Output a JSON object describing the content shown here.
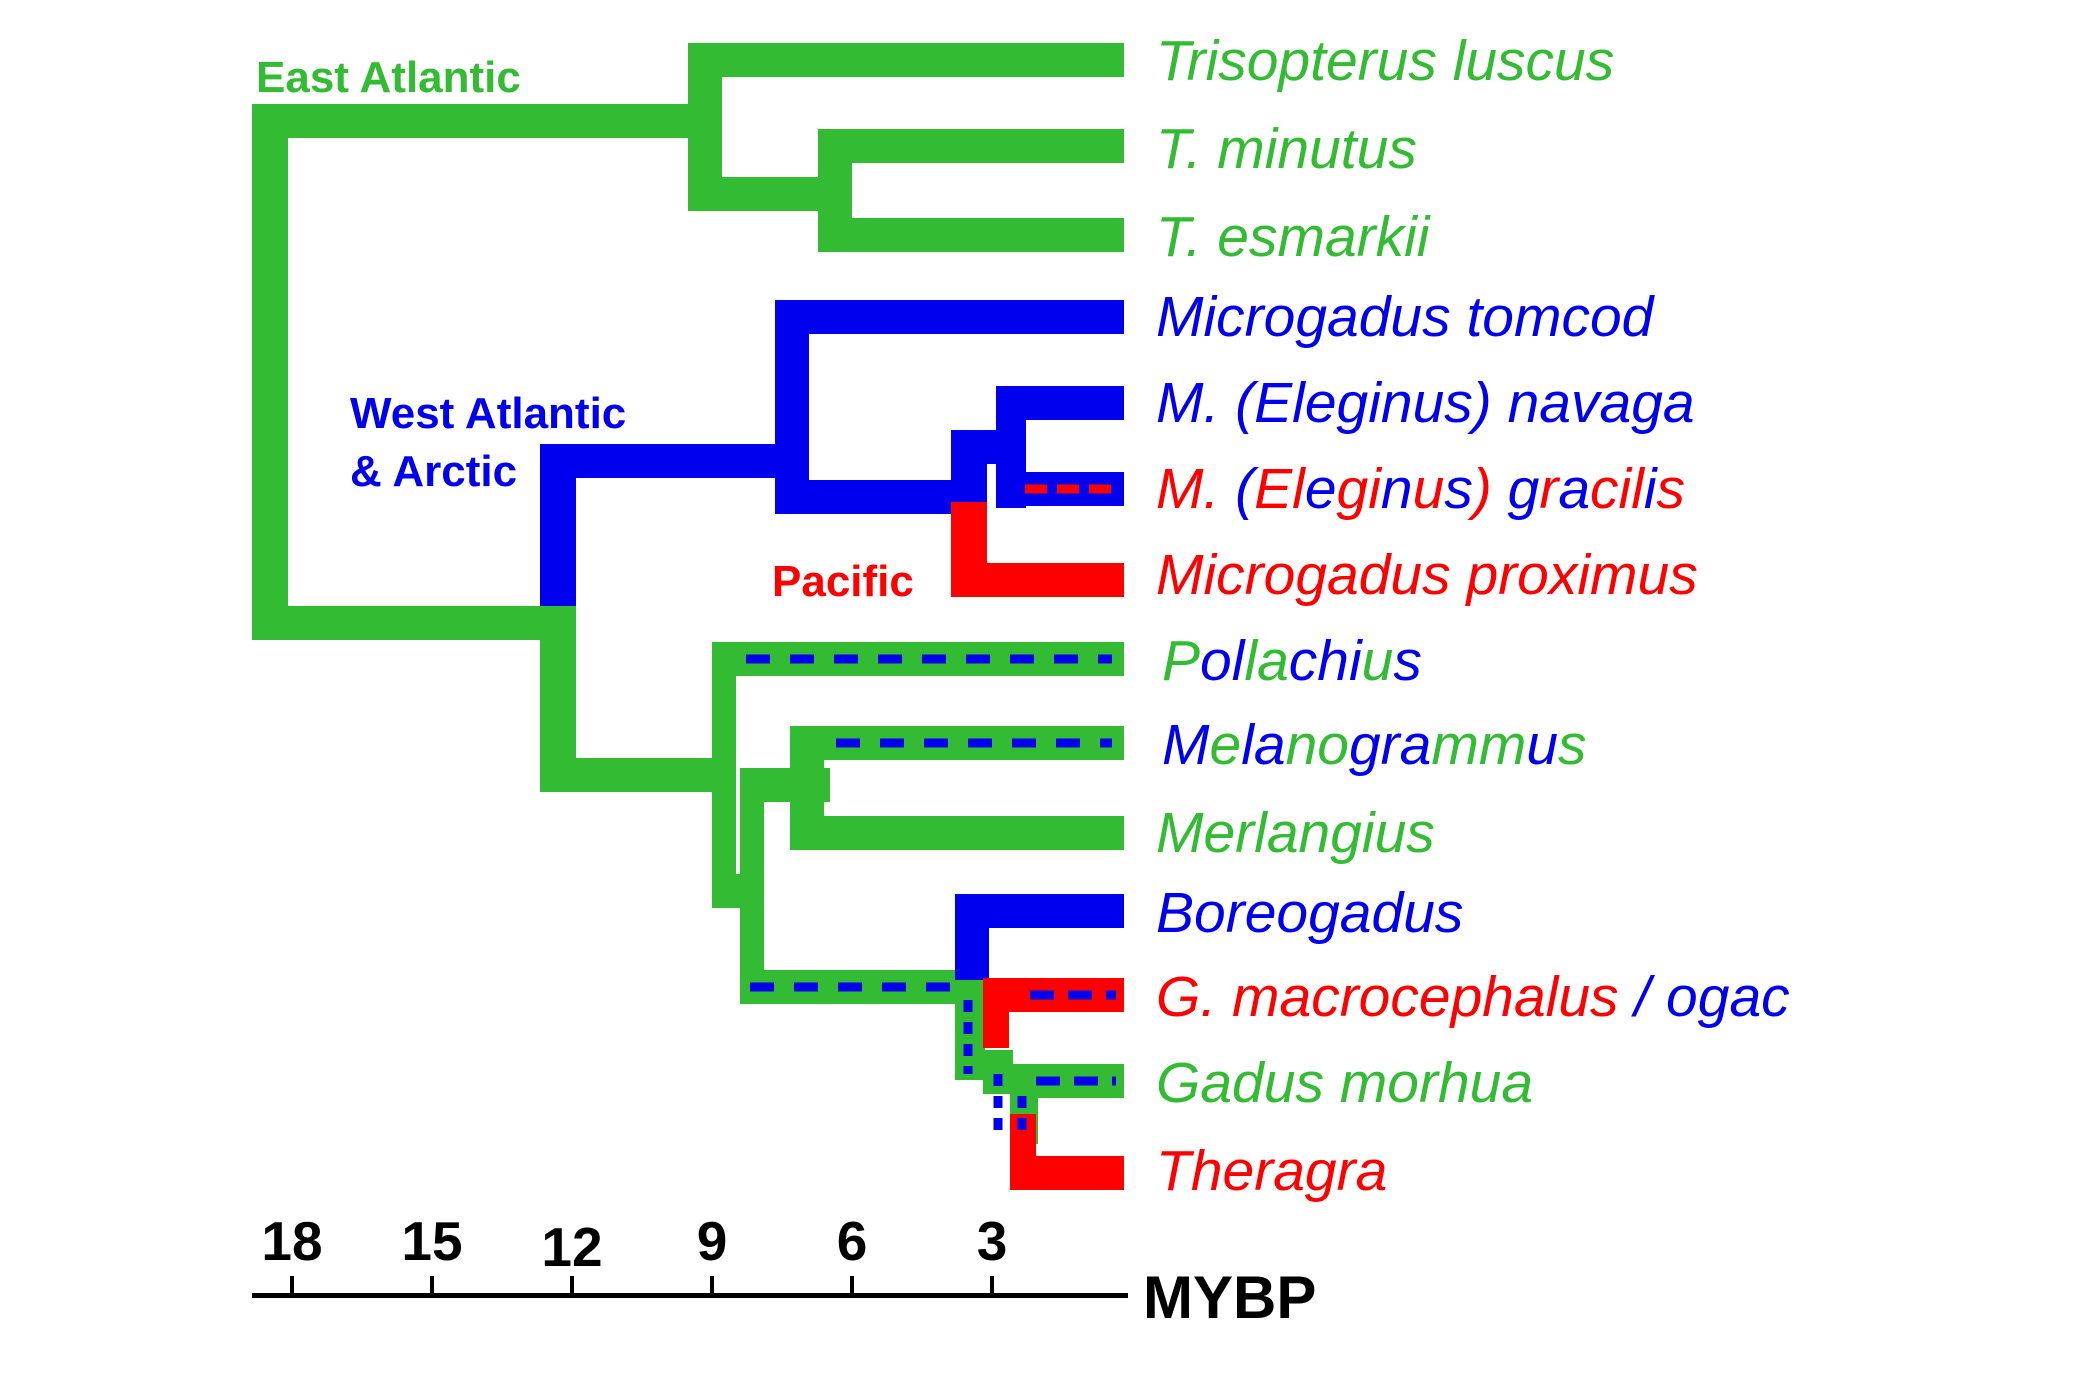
{
  "colors": {
    "east_atlantic": "#33bb33",
    "west_atlantic_arctic": "#0000ee",
    "pacific": "#ff0000",
    "axis": "#000000"
  },
  "regions": {
    "east_atlantic": "East Atlantic",
    "west_atlantic_line1": "West Atlantic",
    "west_atlantic_line2": "& Arctic",
    "pacific": "Pacific"
  },
  "taxa": [
    {
      "segments": [
        {
          "text": "Trisopterus luscus",
          "color": "east_atlantic"
        }
      ]
    },
    {
      "segments": [
        {
          "text": "T. minutus",
          "color": "east_atlantic"
        }
      ]
    },
    {
      "segments": [
        {
          "text": "T. esmarkii",
          "color": "east_atlantic"
        }
      ]
    },
    {
      "segments": [
        {
          "text": "Microgadus tomcod",
          "color": "west_atlantic_arctic"
        }
      ]
    },
    {
      "segments": [
        {
          "text": "M. (Eleginus) navaga",
          "color": "west_atlantic_arctic"
        }
      ]
    },
    {
      "segments": [
        {
          "text": "M. ",
          "color": "pacific"
        },
        {
          "text": "(",
          "color": "west_atlantic_arctic"
        },
        {
          "text": "El",
          "color": "pacific"
        },
        {
          "text": "e",
          "color": "west_atlantic_arctic"
        },
        {
          "text": "gi",
          "color": "pacific"
        },
        {
          "text": "n",
          "color": "west_atlantic_arctic"
        },
        {
          "text": "u",
          "color": "pacific"
        },
        {
          "text": "s",
          "color": "west_atlantic_arctic"
        },
        {
          "text": ") ",
          "color": "pacific"
        },
        {
          "text": "g",
          "color": "west_atlantic_arctic"
        },
        {
          "text": "r",
          "color": "pacific"
        },
        {
          "text": "a",
          "color": "west_atlantic_arctic"
        },
        {
          "text": "cil",
          "color": "pacific"
        },
        {
          "text": "i",
          "color": "west_atlantic_arctic"
        },
        {
          "text": "s",
          "color": "pacific"
        }
      ]
    },
    {
      "segments": [
        {
          "text": "Microgadus proximus",
          "color": "pacific"
        }
      ]
    },
    {
      "segments": [
        {
          "text": "P",
          "color": "east_atlantic"
        },
        {
          "text": "ol",
          "color": "west_atlantic_arctic"
        },
        {
          "text": "la",
          "color": "east_atlantic"
        },
        {
          "text": "chi",
          "color": "west_atlantic_arctic"
        },
        {
          "text": "u",
          "color": "east_atlantic"
        },
        {
          "text": "s",
          "color": "west_atlantic_arctic"
        }
      ]
    },
    {
      "segments": [
        {
          "text": "M",
          "color": "west_atlantic_arctic"
        },
        {
          "text": "e",
          "color": "east_atlantic"
        },
        {
          "text": "la",
          "color": "west_atlantic_arctic"
        },
        {
          "text": "no",
          "color": "east_atlantic"
        },
        {
          "text": "gra",
          "color": "west_atlantic_arctic"
        },
        {
          "text": "mm",
          "color": "east_atlantic"
        },
        {
          "text": "u",
          "color": "west_atlantic_arctic"
        },
        {
          "text": "s",
          "color": "east_atlantic"
        }
      ]
    },
    {
      "segments": [
        {
          "text": "Merlangius",
          "color": "east_atlantic"
        }
      ]
    },
    {
      "segments": [
        {
          "text": "Boreogadus",
          "color": "west_atlantic_arctic"
        }
      ]
    },
    {
      "segments": [
        {
          "text": "G. macrocephalus",
          "color": "pacific"
        },
        {
          "text": " / ogac",
          "color": "west_atlantic_arctic"
        }
      ]
    },
    {
      "segments": [
        {
          "text": "Gadus morhua",
          "color": "east_atlantic"
        }
      ]
    },
    {
      "segments": [
        {
          "text": "Theragra",
          "color": "pacific"
        }
      ]
    }
  ],
  "axis": {
    "unit": "MYBP",
    "ticks": [
      "18",
      "15",
      "12",
      "9",
      "6",
      "3"
    ]
  }
}
